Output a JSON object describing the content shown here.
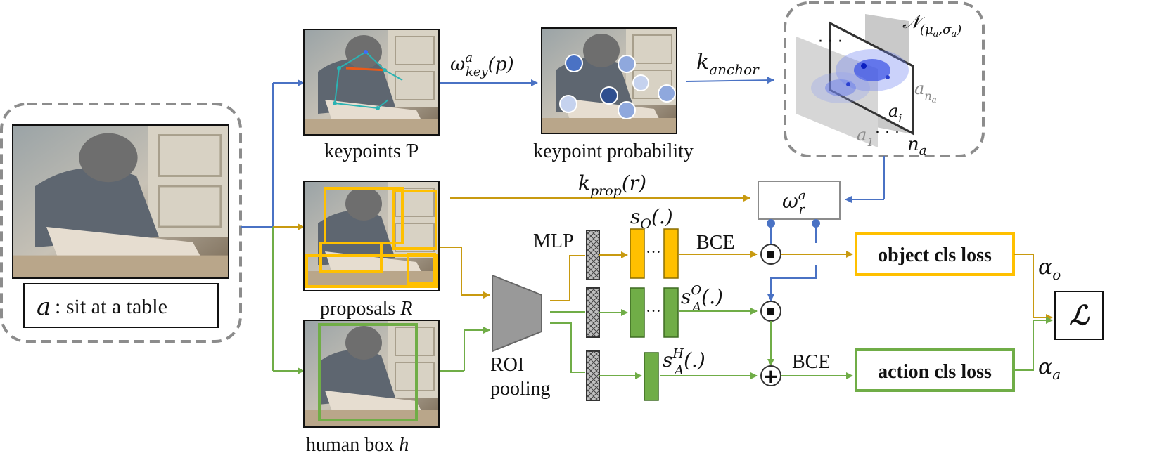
{
  "input": {
    "action_symbol": "a",
    "action_text": ": sit at a table"
  },
  "branches": {
    "keypoints": "keypoints Ƥ",
    "keypoint_probability": "keypoint probability",
    "proposals": "proposals R",
    "human_box": "human box h"
  },
  "functions": {
    "omega_key": "ωᵃkey(p)",
    "k_anchor": "k anchor",
    "k_prop": "k prop(r)",
    "omega_r": "ωᵃr",
    "s_o": "s O(.)",
    "s_a_o": "sᴼA(.)",
    "s_a_h": "sᴴA(.)"
  },
  "gaussian_panel": {
    "dist": "𝒩(μa,σa)",
    "a1": "a1",
    "ai": "ai",
    "ana": "an a",
    "na": "na"
  },
  "modules": {
    "mlp": "MLP",
    "roi_line1": "ROI",
    "roi_line2": "pooling",
    "bce1": "BCE",
    "bce2": "BCE",
    "dots": "···"
  },
  "losses": {
    "object": "object cls loss",
    "action": "action cls loss",
    "alpha_o": "αo",
    "alpha_a": "αa",
    "total": "ℒ"
  },
  "colors": {
    "blue": "#4a72c4",
    "gold": "#c89a10",
    "green": "#70ad47",
    "yellow_box": "#ffc000",
    "gray_dash": "#8c8c8c"
  }
}
